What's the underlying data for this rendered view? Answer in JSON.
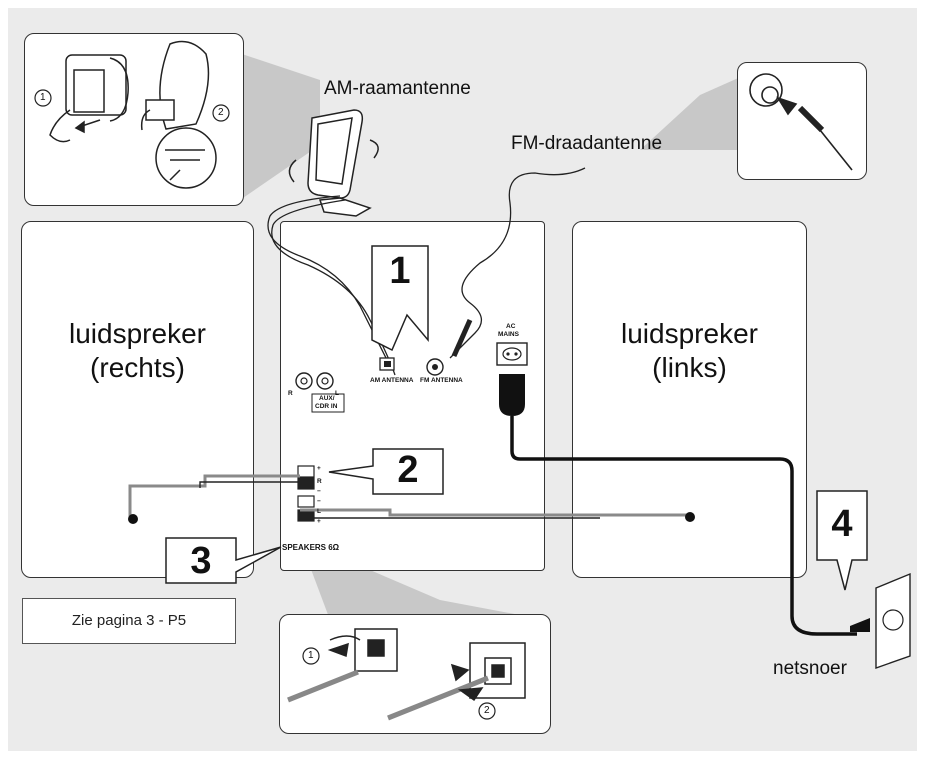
{
  "labels": {
    "am_antenna": "AM-raamantenne",
    "fm_antenna": "FM-draadantenne",
    "speaker_right_line1": "luidspreker",
    "speaker_right_line2": "(rechts)",
    "speaker_left_line1": "luidspreker",
    "speaker_left_line2": "(links)",
    "mains_cord": "netsnoer",
    "see_page_note": "Zie pagina 3 - P5"
  },
  "back_panel": {
    "am_antenna_jack": "AM ANTENNA",
    "fm_antenna_jack": "FM ANTENNA",
    "ac_mains_line1": "AC",
    "ac_mains_line2": "MAINS",
    "aux_line1": "AUX/",
    "aux_line2": "CDR IN",
    "aux_r": "R",
    "aux_l": "L",
    "speakers": "SPEAKERS 6Ω",
    "terminal_r": "R",
    "terminal_l": "L",
    "plus": "+",
    "minus": "−"
  },
  "steps": {
    "step1": "1",
    "step2": "2",
    "step3": "3",
    "step4": "4"
  },
  "sub_steps": {
    "am_sub1": "1",
    "am_sub2": "2",
    "spk_sub1": "1",
    "spk_sub2": "2"
  },
  "colors": {
    "background": "#ebebeb",
    "panel": "#ffffff",
    "outline": "#333333",
    "wire_gray": "#8a8a8a",
    "cone_gray": "#c8c8c8"
  }
}
